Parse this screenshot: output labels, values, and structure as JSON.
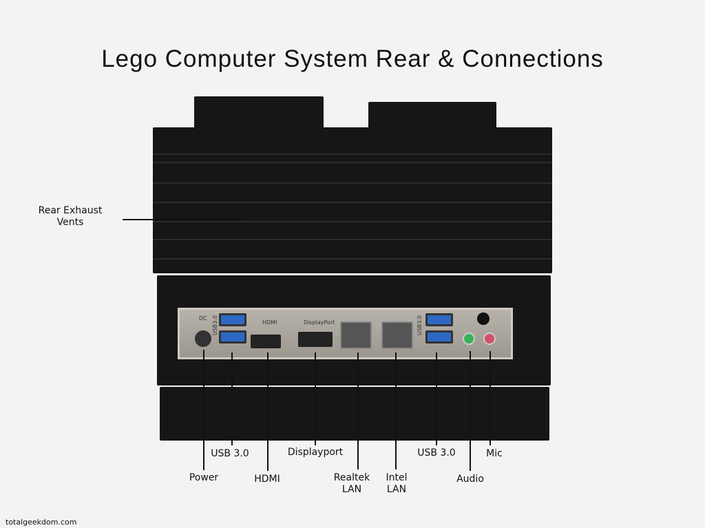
{
  "title": "Lego Computer System Rear & Connections",
  "callouts": {
    "vents": [
      "Rear Exhaust",
      "Vents"
    ],
    "power": "Power",
    "usb_left": "USB 3.0",
    "hdmi": "HDMI",
    "displayport": "Displayport",
    "realtek_lan": [
      "Realtek",
      "LAN"
    ],
    "intel_lan": [
      "Intel",
      "LAN"
    ],
    "usb_right": "USB 3.0",
    "audio": "Audio",
    "mic": "Mic"
  },
  "panel_text": {
    "dc": "DC",
    "usb1": "USB3.0",
    "hdmi": "HDMI",
    "dp": "DisplayPort",
    "usb2": "USB3.0"
  },
  "watermark": "totalgeekdom.com"
}
